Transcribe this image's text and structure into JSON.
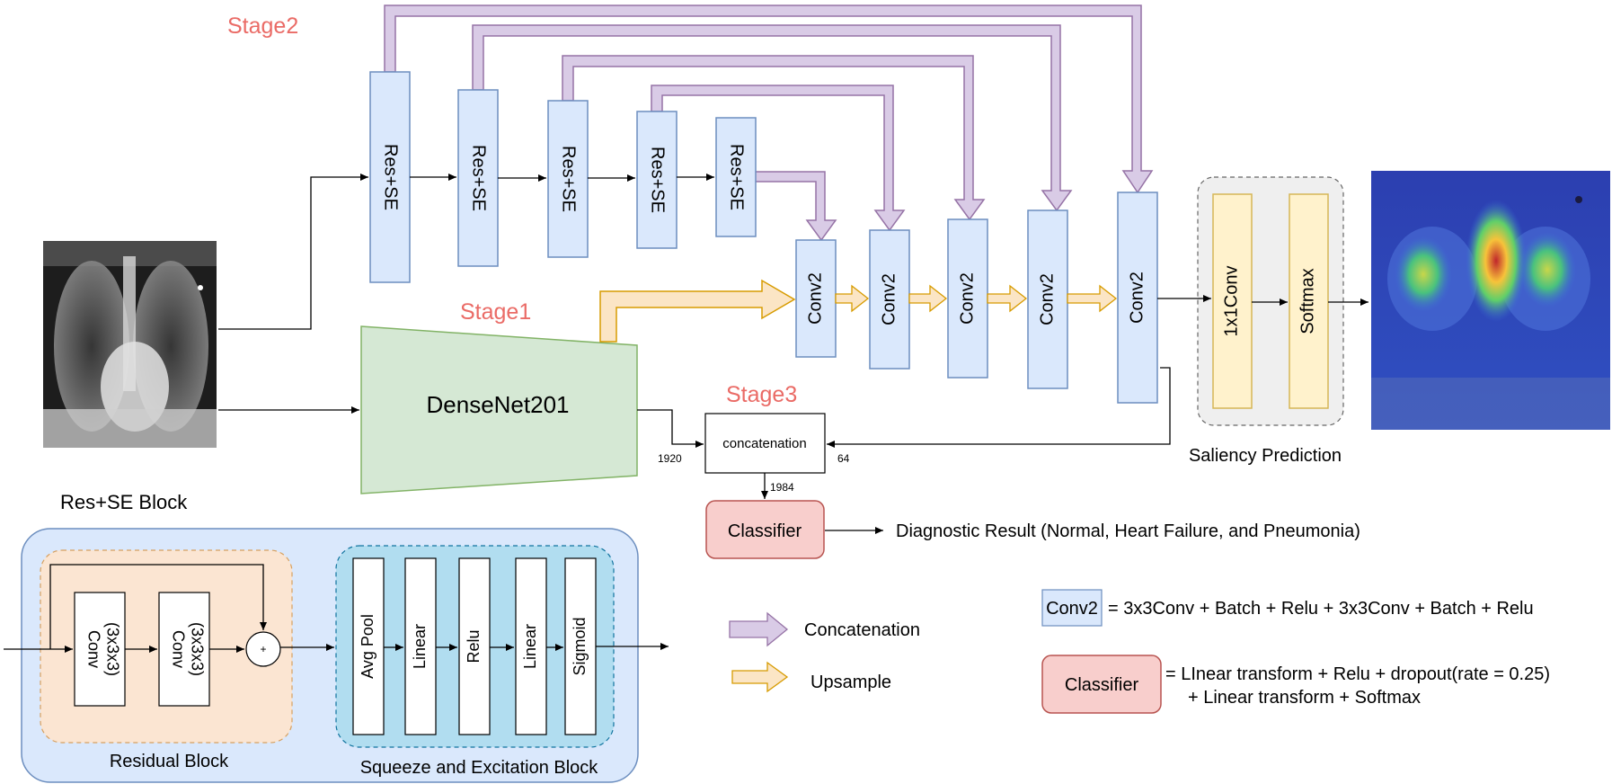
{
  "stages": {
    "stage1": "Stage1",
    "stage2": "Stage2",
    "stage3": "Stage3"
  },
  "encoder_blocks": [
    "Res+SE",
    "Res+SE",
    "Res+SE",
    "Res+SE",
    "Res+SE"
  ],
  "decoder_blocks": [
    "Conv2",
    "Conv2",
    "Conv2",
    "Conv2",
    "Conv2"
  ],
  "saliency_head": [
    "1x1Conv",
    "Softmax"
  ],
  "saliency_caption": "Saliency Prediction",
  "backbone": "DenseNet201",
  "concat": {
    "label": "concatenation",
    "left_dim": "1920",
    "right_dim": "64",
    "out_dim": "1984"
  },
  "classifier": {
    "label": "Classifier",
    "result": "Diagnostic Result (Normal, Heart Failure, and Pneumonia)"
  },
  "res_se_block": {
    "title": "Res+SE Block",
    "residual_caption": "Residual Block",
    "se_caption": "Squeeze and Excitation Block",
    "residual_layers": [
      {
        "line1": "Conv",
        "line2": "(3x3x3)"
      },
      {
        "line1": "Conv",
        "line2": "(3x3x3)"
      }
    ],
    "plus": "+",
    "se_layers": [
      "Avg Pool",
      "Linear",
      "Relu",
      "Linear",
      "Sigmoid"
    ]
  },
  "legend": {
    "concatenation": "Concatenation",
    "upsample": "Upsample",
    "concat_color": "#d9cbe6",
    "upsample_color": "#fbe5c5"
  },
  "definitions": {
    "conv2_key": "Conv2",
    "conv2_def": "=  3x3Conv + Batch + Relu + 3x3Conv + Batch + Relu",
    "classifier_key": "Classifier",
    "classifier_def_line1": "= LInear transform + Relu + dropout(rate = 0.25)",
    "classifier_def_line2": "+ Linear transform + Softmax"
  },
  "colors": {
    "blue_box": "#dae8fc",
    "blue_border": "#6c8ebf",
    "yellow_box": "#fff2cc",
    "yellow_border": "#d6b656",
    "green_box": "#d5e8d4",
    "green_border": "#82b366",
    "red_box": "#f8cecc",
    "red_border": "#b85450",
    "stage_text": "#ea6b66"
  }
}
